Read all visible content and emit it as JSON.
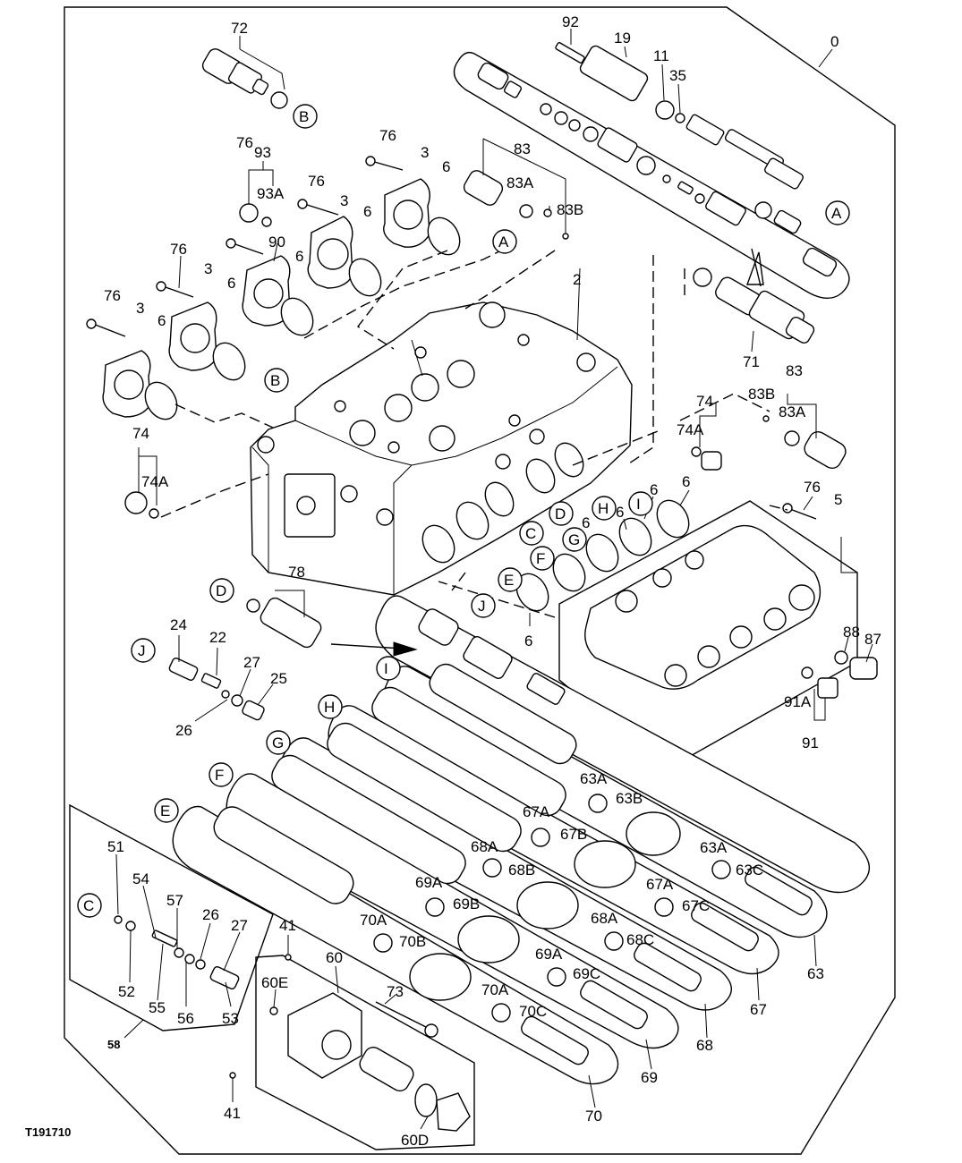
{
  "figure_code": "T191710",
  "callouts": {
    "c0": "0",
    "c72": "72",
    "c92": "92",
    "c19": "19",
    "c11": "11",
    "c35": "35",
    "c76a": "76",
    "c93": "93",
    "c93A": "93A",
    "c76b": "76",
    "c3a": "3",
    "c6a": "6",
    "c76c": "76",
    "c3b": "3",
    "c6b": "6",
    "c83": "83",
    "c83A": "83A",
    "c83B": "83B",
    "c76d": "76",
    "c90": "90",
    "c6c": "6",
    "c3c": "3",
    "c6d": "6",
    "c76e": "76",
    "c3d": "3",
    "c6e": "6",
    "c2": "2",
    "c71": "71",
    "c83b2": "83",
    "c83B2": "83B",
    "c83A2": "83A",
    "c74": "74",
    "c74A": "74A",
    "c74b": "74",
    "c74Ab": "74A",
    "c76f": "76",
    "c5": "5",
    "c6f": "6",
    "c6g": "6",
    "c6h": "6",
    "c6i": "6",
    "c78": "78",
    "c24": "24",
    "c22": "22",
    "c27a": "27",
    "c25": "25",
    "c26a": "26",
    "c88": "88",
    "c87": "87",
    "c91A": "91A",
    "c91": "91",
    "c63A": "63A",
    "c63B": "63B",
    "c67A": "67A",
    "c67B": "67B",
    "c68A": "68A",
    "c68B": "68B",
    "c63A2": "63A",
    "c63C": "63C",
    "c69A": "69A",
    "c69B": "69B",
    "c67A2": "67A",
    "c67C": "67C",
    "c70A": "70A",
    "c70B": "70B",
    "c68A2": "68A",
    "c68C": "68C",
    "c69A2": "69A",
    "c69C": "69C",
    "c70A2": "70A",
    "c70C": "70C",
    "c63": "63",
    "c67": "67",
    "c68": "68",
    "c69": "69",
    "c70": "70",
    "c51": "51",
    "c54": "54",
    "c57": "57",
    "c26b": "26",
    "c27b": "27",
    "c52": "52",
    "c55": "55",
    "c56": "56",
    "c53": "53",
    "c58": "58",
    "c41a": "41",
    "c60": "60",
    "c60E": "60E",
    "c73": "73",
    "c41b": "41",
    "c60D": "60D"
  },
  "circle_refs": {
    "rA1": "A",
    "rA2": "A",
    "rB1": "B",
    "rB2": "B",
    "rC1": "C",
    "rC2": "C",
    "rD1": "D",
    "rD2": "D",
    "rE1": "E",
    "rE2": "E",
    "rF1": "F",
    "rF2": "F",
    "rG1": "G",
    "rG2": "G",
    "rH1": "H",
    "rH2": "H",
    "rI1": "I",
    "rI2": "I",
    "rJ1": "J",
    "rJ2": "J"
  }
}
